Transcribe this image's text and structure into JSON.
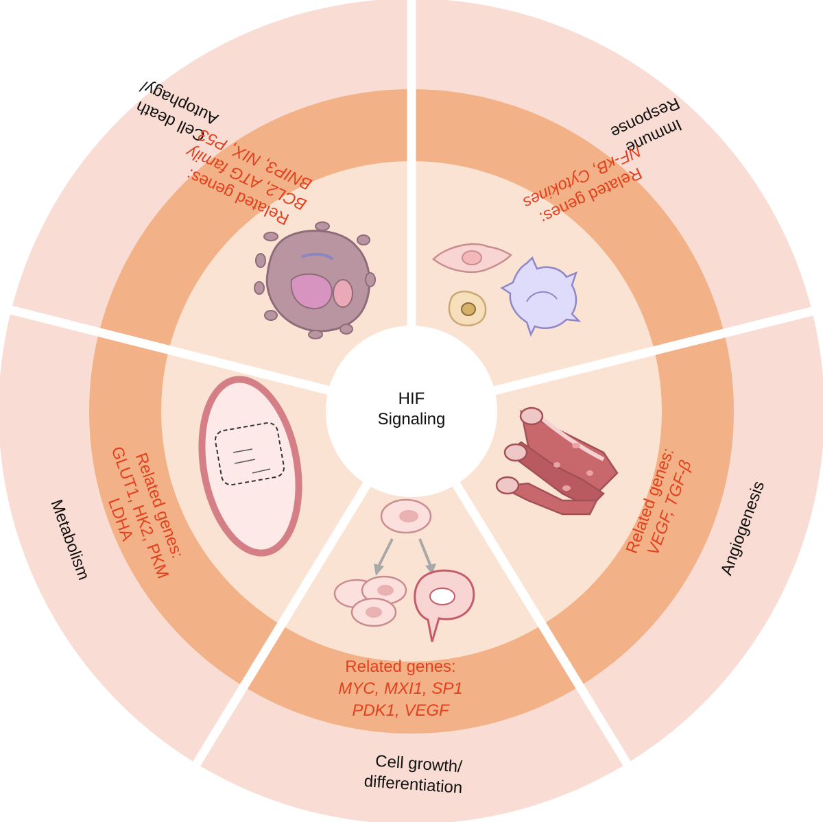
{
  "center": {
    "lines": [
      "HIF",
      "Signaling"
    ]
  },
  "colors": {
    "outer_ring": "#f9dcd3",
    "middle_ring": "#f2b186",
    "inner_ring": "#fbe3d3",
    "hub": "#ffffff",
    "divider": "#ffffff",
    "gene_text": "#e2411f",
    "title_text": "#111111"
  },
  "sections": [
    {
      "id": "immune",
      "title_lines": [
        "Immune",
        "Response"
      ],
      "gene_lines": [
        "Related genes:",
        "NF-κB, Cytokines"
      ],
      "illustration": "immune-cells-icon"
    },
    {
      "id": "angiogenesis",
      "title_lines": [
        "Angiogenesis"
      ],
      "gene_lines": [
        "Related genes:",
        "VEGF, TGF-β"
      ],
      "illustration": "blood-vessels-icon"
    },
    {
      "id": "growth",
      "title_lines": [
        "Cell growth/",
        "differentiation"
      ],
      "gene_lines": [
        "Related genes:",
        "MYC, MXI1, SP1",
        "PDK1, VEGF"
      ],
      "illustration": "cell-differentiation-icon"
    },
    {
      "id": "metabolism",
      "title_lines": [
        "Metabolism"
      ],
      "gene_lines": [
        "Related genes:",
        "GLUT1, HK2, PKM",
        "LDHA"
      ],
      "illustration": "red-blood-cell-icon"
    },
    {
      "id": "autophagy",
      "title_lines": [
        "Cell death",
        "Autophagy/"
      ],
      "gene_lines": [
        "Related genes:",
        "BCL2, ATG family",
        "BNIP3, NIX, P53"
      ],
      "illustration": "apoptotic-cell-icon"
    }
  ]
}
